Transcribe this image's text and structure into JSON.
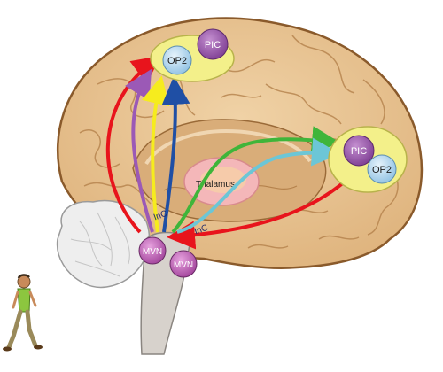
{
  "labels": {
    "pic_upper": "PIC",
    "op2_upper": "OP2",
    "pic_right": "PIC",
    "op2_right": "OP2",
    "thalamus": "Thalamus",
    "inc_left": "InC",
    "inc_right": "InC",
    "mvn_left": "MVN",
    "mvn_right": "MVN"
  },
  "pathway_colors": {
    "red": "#e8141c",
    "purple": "#9b59b6",
    "yellow": "#f6ec1e",
    "blue": "#1f4fa5",
    "green": "#3fb53a",
    "cyan": "#6cc6d6"
  },
  "palette": {
    "brain_fill": "#e8c594",
    "brain_stroke": "#8a5a2b",
    "cortex_inner": "#d9ad79",
    "region_ellipse": "#f3f08a",
    "pic_fill": "#8b4c9e",
    "op2_fill": "#a9d3ee",
    "mvn_fill": "#b85bb0",
    "cerebellum": "#eeeeee",
    "brainstem": "#d7d2cc",
    "thalamus_fill": "#f4b7b9"
  },
  "icons": {
    "person": "walking-person-icon"
  }
}
